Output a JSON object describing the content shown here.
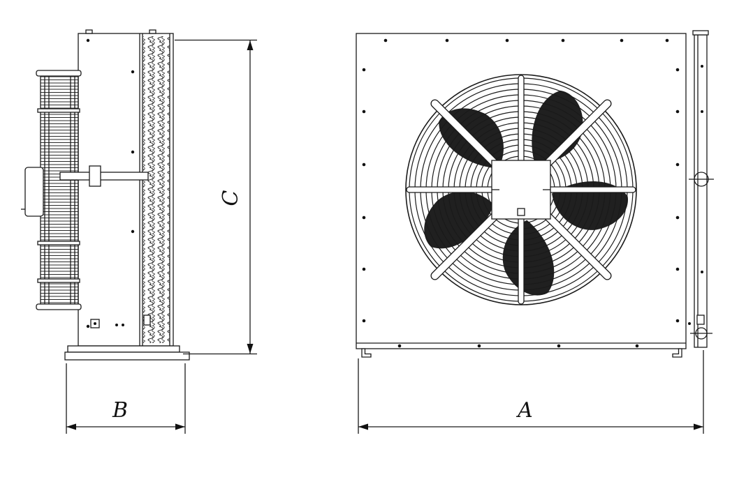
{
  "page": {
    "background_color": "#ffffff",
    "line_color": "#1a1a1a"
  },
  "drawing": {
    "dimension_labels": {
      "front_width": "A",
      "side_depth": "B",
      "side_height": "C"
    }
  }
}
